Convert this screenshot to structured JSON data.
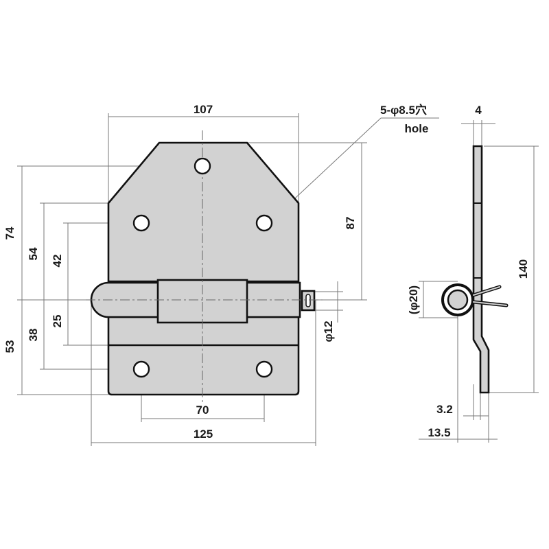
{
  "dimensions": {
    "width_top": "107",
    "hole_spec": "5-φ8.5穴",
    "hole_spec_en": "hole",
    "thickness": "4",
    "upper_hole_top": "74",
    "upper_plate_chamfer": "54",
    "upper_hole_side": "42",
    "lower_plate": "53",
    "lower_hole": "38",
    "lower_band": "25",
    "upper_height": "87",
    "pin_diameter": "φ12",
    "barrel_diameter": "(φ20)",
    "overall_height": "140",
    "hole_pitch": "70",
    "overall_width": "125",
    "offset": "3.2",
    "depth": "13.5"
  },
  "colors": {
    "part_fill": "#d2d2d2",
    "outline": "#111111"
  }
}
